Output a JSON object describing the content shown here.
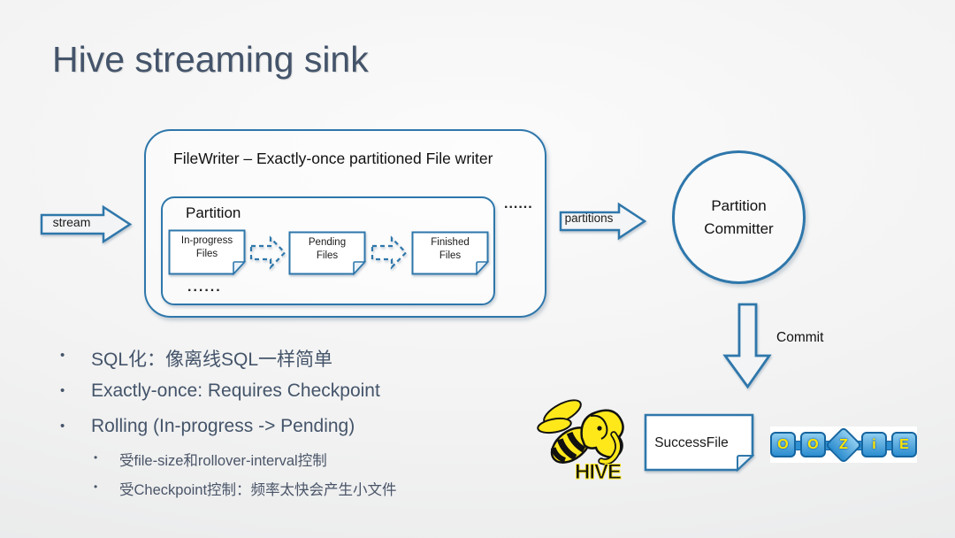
{
  "title": "Hive streaming sink",
  "diagram": {
    "stream_label": "stream",
    "filewriter_title": "FileWriter – Exactly-once partitioned File writer",
    "outer_ellipsis": "......",
    "partition_label": "Partition",
    "file_stages": [
      {
        "line1": "In-progress",
        "line2": "Files"
      },
      {
        "line1": "Pending",
        "line2": "Files"
      },
      {
        "line1": "Finished",
        "line2": "Files"
      }
    ],
    "partition_ellipsis": "......",
    "partitions_label": "partitions",
    "committer_line1": "Partition",
    "committer_line2": "Committer",
    "commit_label": "Commit",
    "successfile_label": "SuccessFile"
  },
  "bullets": {
    "items": [
      "SQL化：像离线SQL一样简单",
      "Exactly-once: Requires Checkpoint",
      "Rolling (In-progress -> Pending)"
    ],
    "sub_items": [
      "受file-size和rollover-interval控制",
      "受Checkpoint控制：频率太快会产生小文件"
    ]
  },
  "logos": {
    "hive_text": "HIVE",
    "oozie_letters": [
      "O",
      "O",
      "Z",
      "i",
      "E"
    ]
  },
  "ui": {
    "bullet": "•"
  },
  "colors": {
    "accent_blue": "#2e77ab",
    "title_text": "#44546a",
    "diagram_text": "#1a1a1a",
    "hive_yellow": "#ffe81a",
    "oozie_blue": "#2d8dcf"
  }
}
